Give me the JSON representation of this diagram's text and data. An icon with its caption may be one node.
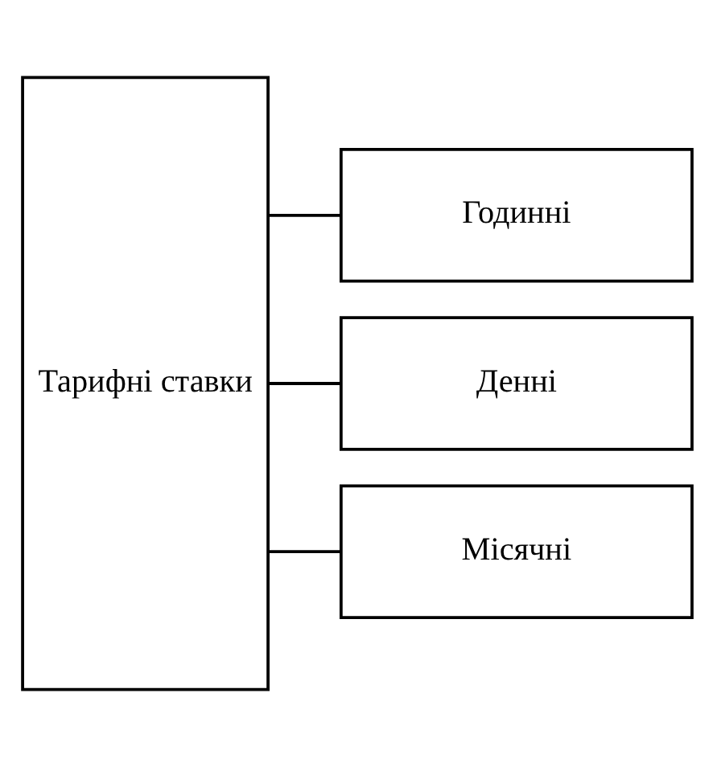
{
  "diagram": {
    "nodes": [
      {
        "text": [
          "Тарифні ставки"
        ]
      },
      {
        "text": [
          "Годинні"
        ]
      },
      {
        "text": [
          "Денні"
        ]
      },
      {
        "text": [
          "Місячні"
        ]
      }
    ],
    "edges": [
      {
        "from": 0,
        "to": 1,
        "arrow": "none"
      },
      {
        "from": 0,
        "to": 2,
        "arrow": "none"
      },
      {
        "from": 0,
        "to": 3,
        "arrow": "none"
      }
    ]
  }
}
